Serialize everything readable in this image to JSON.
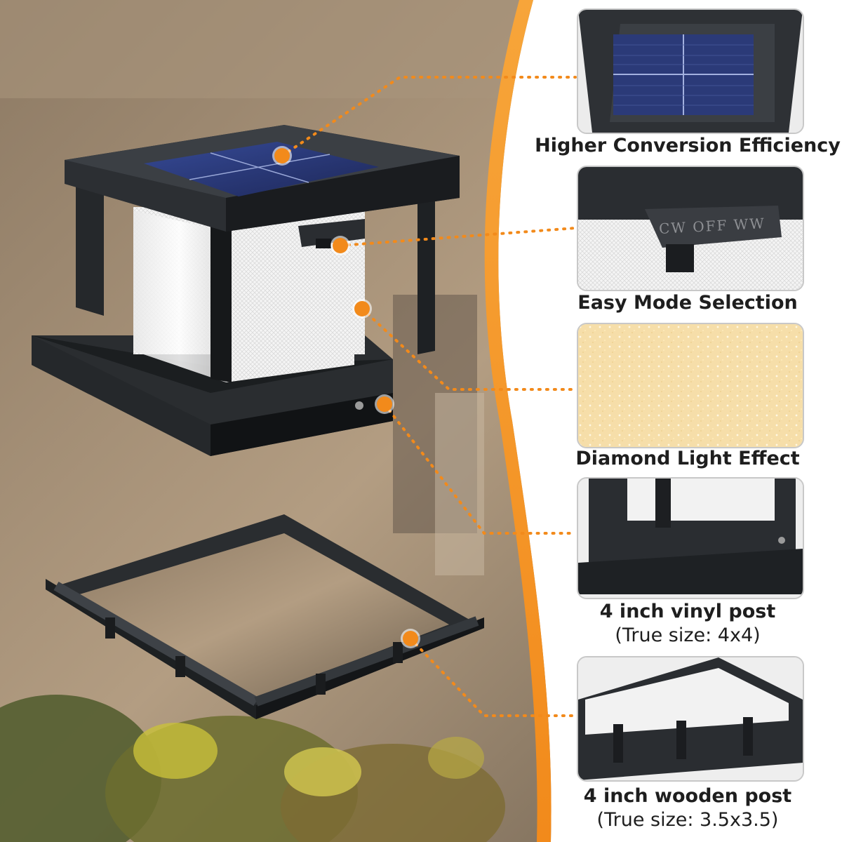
{
  "features": [
    {
      "label": "Higher Conversion Efficiency"
    },
    {
      "label": "Easy Mode Selection"
    },
    {
      "label": "Diamond Light Effect"
    },
    {
      "label": "4 inch vinyl post",
      "sublabel": "(True size: 4x4)"
    },
    {
      "label": "4 inch wooden post",
      "sublabel": "(True size: 3.5x3.5)"
    }
  ],
  "switch_text": "CW OFF WW",
  "colors": {
    "accent": "#f28a1b",
    "product": "#1e2124",
    "panel": "#2b3a78",
    "border": "#c8c8c8",
    "text": "#1e1e1e"
  }
}
